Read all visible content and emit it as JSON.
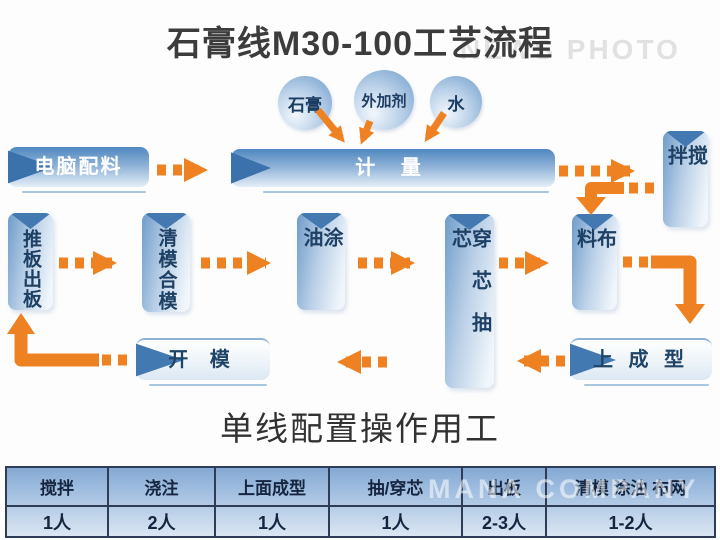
{
  "title": "石膏线M30-100工艺流程",
  "watermarks": {
    "photo": "NEWS PHOTO",
    "company": "MANA COMPANY"
  },
  "flow": {
    "inputs": [
      {
        "id": "gypsum",
        "label": "石膏"
      },
      {
        "id": "additive",
        "label": "外加剂"
      },
      {
        "id": "water",
        "label": "水"
      }
    ],
    "nodes": {
      "computer_batching": "电脑配料",
      "metering": "计 量",
      "mixing": "搅拌",
      "distributing": "布料",
      "forming": "上 成 型",
      "core_thread_pull": "穿芯抽芯",
      "oiling": "涂油",
      "clean_close_mold": "清模合模",
      "push_board_out": "推板出板",
      "open_mold": "开 模"
    }
  },
  "staffing": {
    "section_title": "单线配置操作用工",
    "columns": [
      {
        "header": "搅拌",
        "value": "1人"
      },
      {
        "header": "浇注",
        "value": "2人"
      },
      {
        "header": "上面成型",
        "value": "1人"
      },
      {
        "header": "抽/穿芯",
        "value": "1人"
      },
      {
        "header": "出板",
        "value": "2-3人"
      },
      {
        "header": "清模 涂油 布网",
        "value": "1-2人"
      }
    ]
  },
  "colors": {
    "arrow": "#ee8122",
    "triangle_blue": "#4478b0",
    "navy_text": "#1d4064"
  }
}
